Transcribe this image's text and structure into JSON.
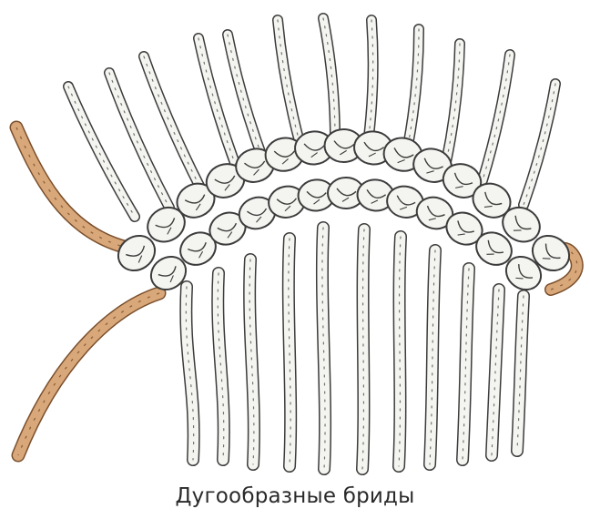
{
  "caption": "Дугообразные бриды",
  "colors": {
    "cord_fill": "#f4f4f0",
    "cord_outline": "#3c3c3c",
    "carrier_cord": "#d9a87a",
    "carrier_outline": "#7a4f2c",
    "background": "#ffffff"
  },
  "illustration": {
    "subject": "macrame-arched-half-hitch-bars",
    "vertical_cord_count": 12,
    "knot_rows": 2
  }
}
